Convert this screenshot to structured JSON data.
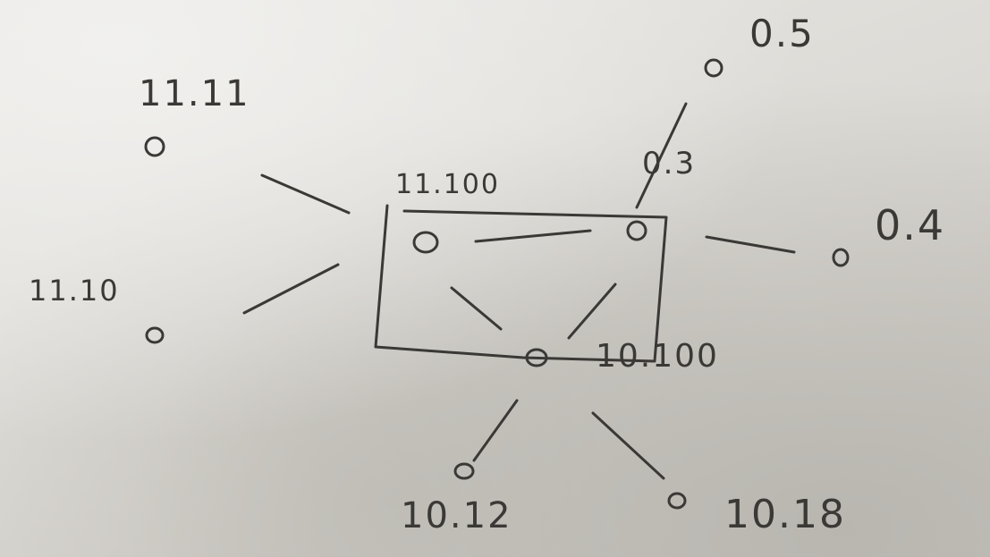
{
  "diagram": {
    "hub_box": {
      "nodes": {
        "top_left": "11.100",
        "top_right": "0.3",
        "bottom": "10.100"
      }
    },
    "outer_nodes": {
      "n_11_11": "11.11",
      "n_11_10": "11.10",
      "n_0_5": "0.5",
      "n_0_4": "0.4",
      "n_10_12": "10.12",
      "n_10_18": "10.18"
    }
  }
}
